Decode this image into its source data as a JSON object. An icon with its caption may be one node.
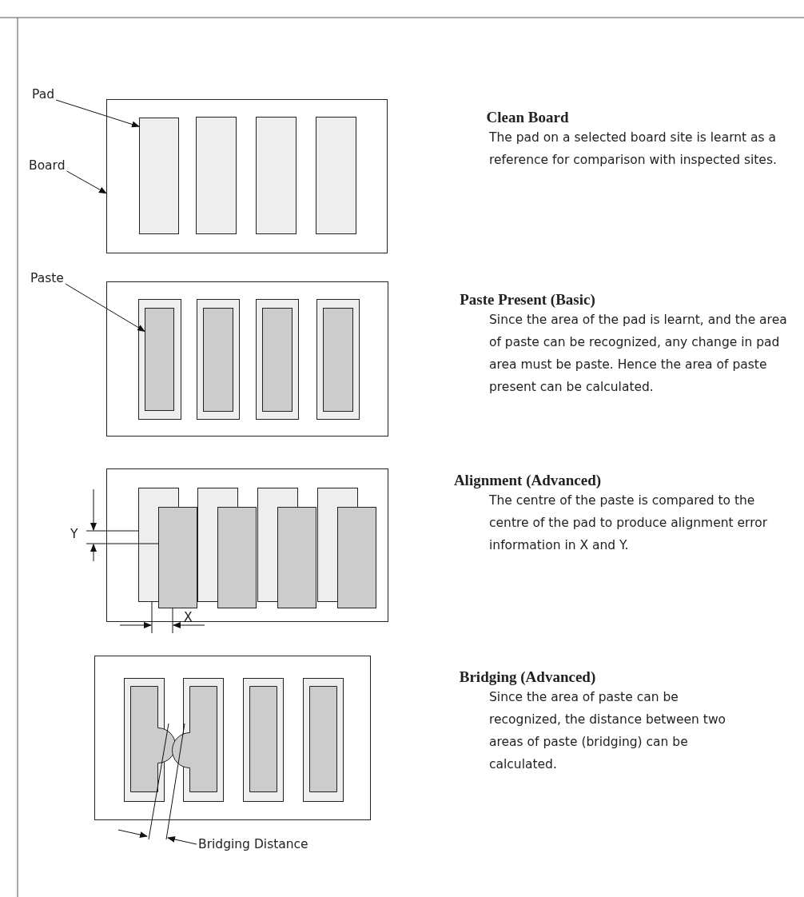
{
  "diagram": {
    "nodes": [
      {
        "text": [
          "Pad"
        ]
      },
      {
        "text": [],
        "shape": "box",
        "in": 3
      },
      {
        "text": [
          "Board"
        ]
      },
      {
        "text": [],
        "shape": "box"
      },
      {
        "text": [
          "Paste"
        ]
      },
      {
        "text": [],
        "shape": "box"
      }
    ],
    "edges": [
      {
        "from": 0,
        "to": 1,
        "arrow": "to"
      },
      {
        "from": 2,
        "to": 3,
        "arrow": "to"
      },
      {
        "from": 4,
        "to": 5,
        "arrow": "to"
      }
    ],
    "labels": [
      "Clean Board",
      "The pad on a selected board site is learnt as a reference for comparison with inspected sites.",
      "Paste Present (Basic)",
      "Since the area of the pad is learnt, and the area of paste can be recognized, any change in pad area must be paste. Hence the area of paste present can be calculated.",
      "Y",
      "X",
      "Alignment (Advanced)",
      "The centre of the paste is compared to the centre of the pad to produce alignment error information in X and Y.",
      "Bridging (Advanced)",
      "Since the area of paste can be recognized, the distance between two areas of paste (bridging) can be calculated.",
      "Bridging Distance"
    ]
  }
}
